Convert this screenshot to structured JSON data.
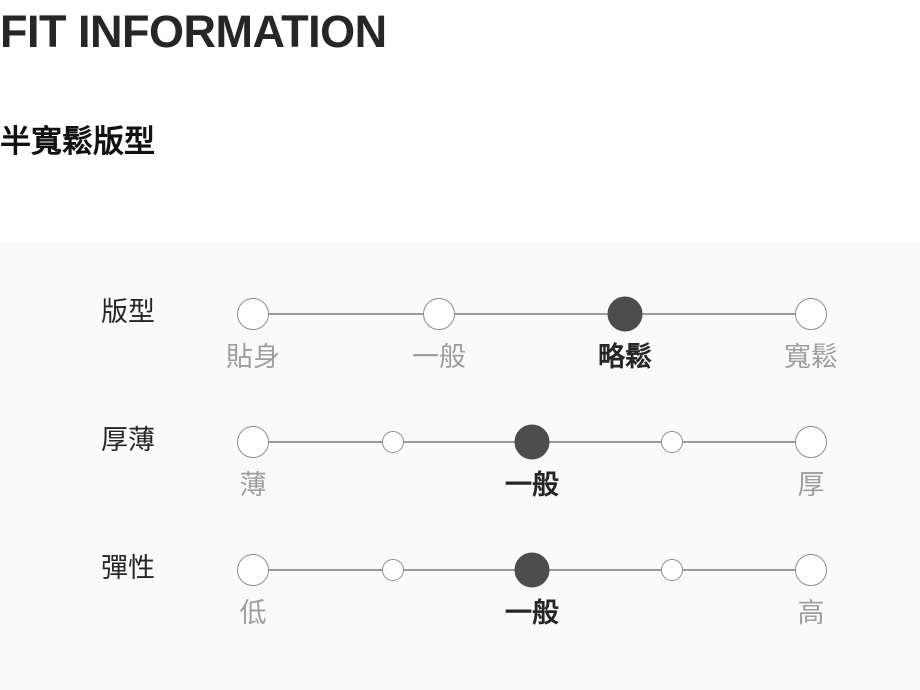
{
  "header": {
    "title": "FIT INFORMATION",
    "subtitle": "半寬鬆版型"
  },
  "panel": {
    "background_color": "#fafafa",
    "selected_color": "#4d4d4d",
    "unselected_color": "#9e9e9e",
    "track_color": "#9b9b9b"
  },
  "rows": [
    {
      "label": "版型",
      "selected_index": 2,
      "points": [
        {
          "label": "貼身",
          "size": "big",
          "selected": false
        },
        {
          "label": "一般",
          "size": "big",
          "selected": false
        },
        {
          "label": "略鬆",
          "size": "big",
          "selected": true
        },
        {
          "label": "寬鬆",
          "size": "big",
          "selected": false
        }
      ]
    },
    {
      "label": "厚薄",
      "selected_index": 2,
      "points": [
        {
          "label": "薄",
          "size": "big",
          "selected": false
        },
        {
          "label": "",
          "size": "small",
          "selected": false
        },
        {
          "label": "一般",
          "size": "big",
          "selected": true
        },
        {
          "label": "",
          "size": "small",
          "selected": false
        },
        {
          "label": "厚",
          "size": "big",
          "selected": false
        }
      ]
    },
    {
      "label": "彈性",
      "selected_index": 2,
      "points": [
        {
          "label": "低",
          "size": "big",
          "selected": false
        },
        {
          "label": "",
          "size": "small",
          "selected": false
        },
        {
          "label": "一般",
          "size": "big",
          "selected": true
        },
        {
          "label": "",
          "size": "small",
          "selected": false
        },
        {
          "label": "高",
          "size": "big",
          "selected": false
        }
      ]
    }
  ]
}
